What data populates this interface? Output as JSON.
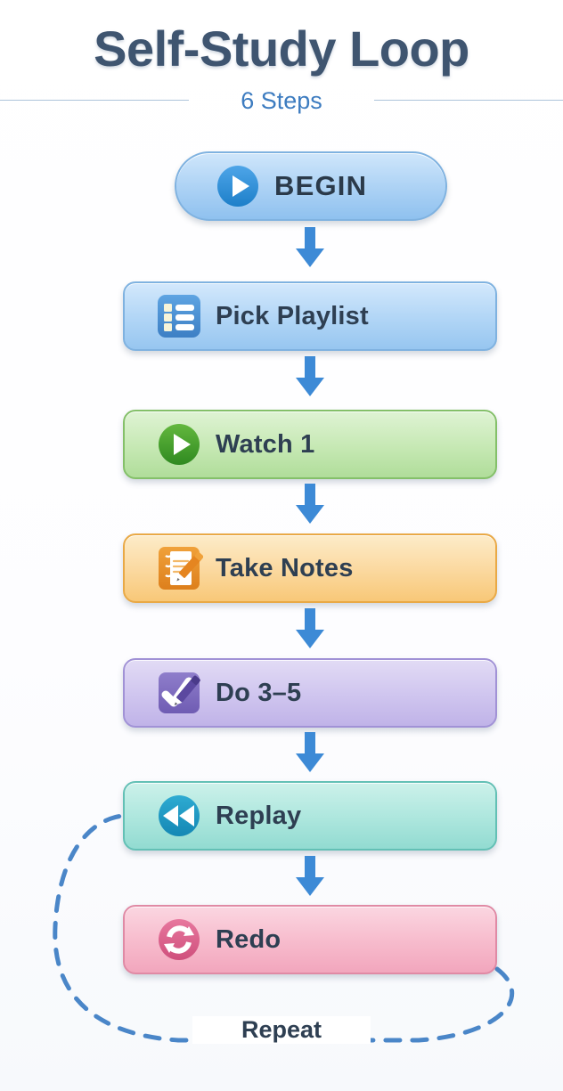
{
  "header": {
    "title": "Self-Study Loop",
    "subtitle": "6 Steps"
  },
  "flow": {
    "nodes": [
      {
        "id": "begin",
        "label": "BEGIN",
        "icon": "play-circle-icon",
        "shape": "pill",
        "theme": "blue",
        "color": "#aed3f5"
      },
      {
        "id": "pick-playlist",
        "label": "Pick Playlist",
        "icon": "playlist-icon",
        "shape": "rounded-rect",
        "theme": "blue",
        "color": "#b2d6f6"
      },
      {
        "id": "watch-1",
        "label": "Watch 1",
        "icon": "play-circle-icon",
        "shape": "rounded-rect",
        "theme": "green",
        "color": "#c7e9b5"
      },
      {
        "id": "take-notes",
        "label": "Take Notes",
        "icon": "notepad-pencil-icon",
        "shape": "rounded-rect",
        "theme": "orange",
        "color": "#fbd9a0"
      },
      {
        "id": "do-3-5",
        "label": "Do 3–5",
        "icon": "check-pencil-icon",
        "shape": "rounded-rect",
        "theme": "purple",
        "color": "#d0c6ef"
      },
      {
        "id": "replay",
        "label": "Replay",
        "icon": "rewind-icon",
        "shape": "rounded-rect",
        "theme": "teal",
        "color": "#aee7de"
      },
      {
        "id": "redo",
        "label": "Redo",
        "icon": "refresh-circle-icon",
        "shape": "rounded-rect",
        "theme": "pink",
        "color": "#f7bccd"
      }
    ],
    "connectors": [
      {
        "from": "begin",
        "to": "pick-playlist",
        "style": "solid-arrow"
      },
      {
        "from": "pick-playlist",
        "to": "watch-1",
        "style": "solid-arrow"
      },
      {
        "from": "watch-1",
        "to": "take-notes",
        "style": "solid-arrow"
      },
      {
        "from": "take-notes",
        "to": "do-3-5",
        "style": "solid-arrow"
      },
      {
        "from": "do-3-5",
        "to": "replay",
        "style": "solid-arrow"
      },
      {
        "from": "replay",
        "to": "redo",
        "style": "solid-arrow"
      }
    ],
    "loop": {
      "label": "Repeat",
      "from": "redo",
      "to": "replay",
      "style": "dashed",
      "color": "#4a86c8"
    }
  },
  "colors": {
    "title": "#3f5570",
    "subtitle": "#3d7cc0",
    "arrow": "#3d8ad6",
    "divider": "#adc4da",
    "background": "#ffffff"
  }
}
